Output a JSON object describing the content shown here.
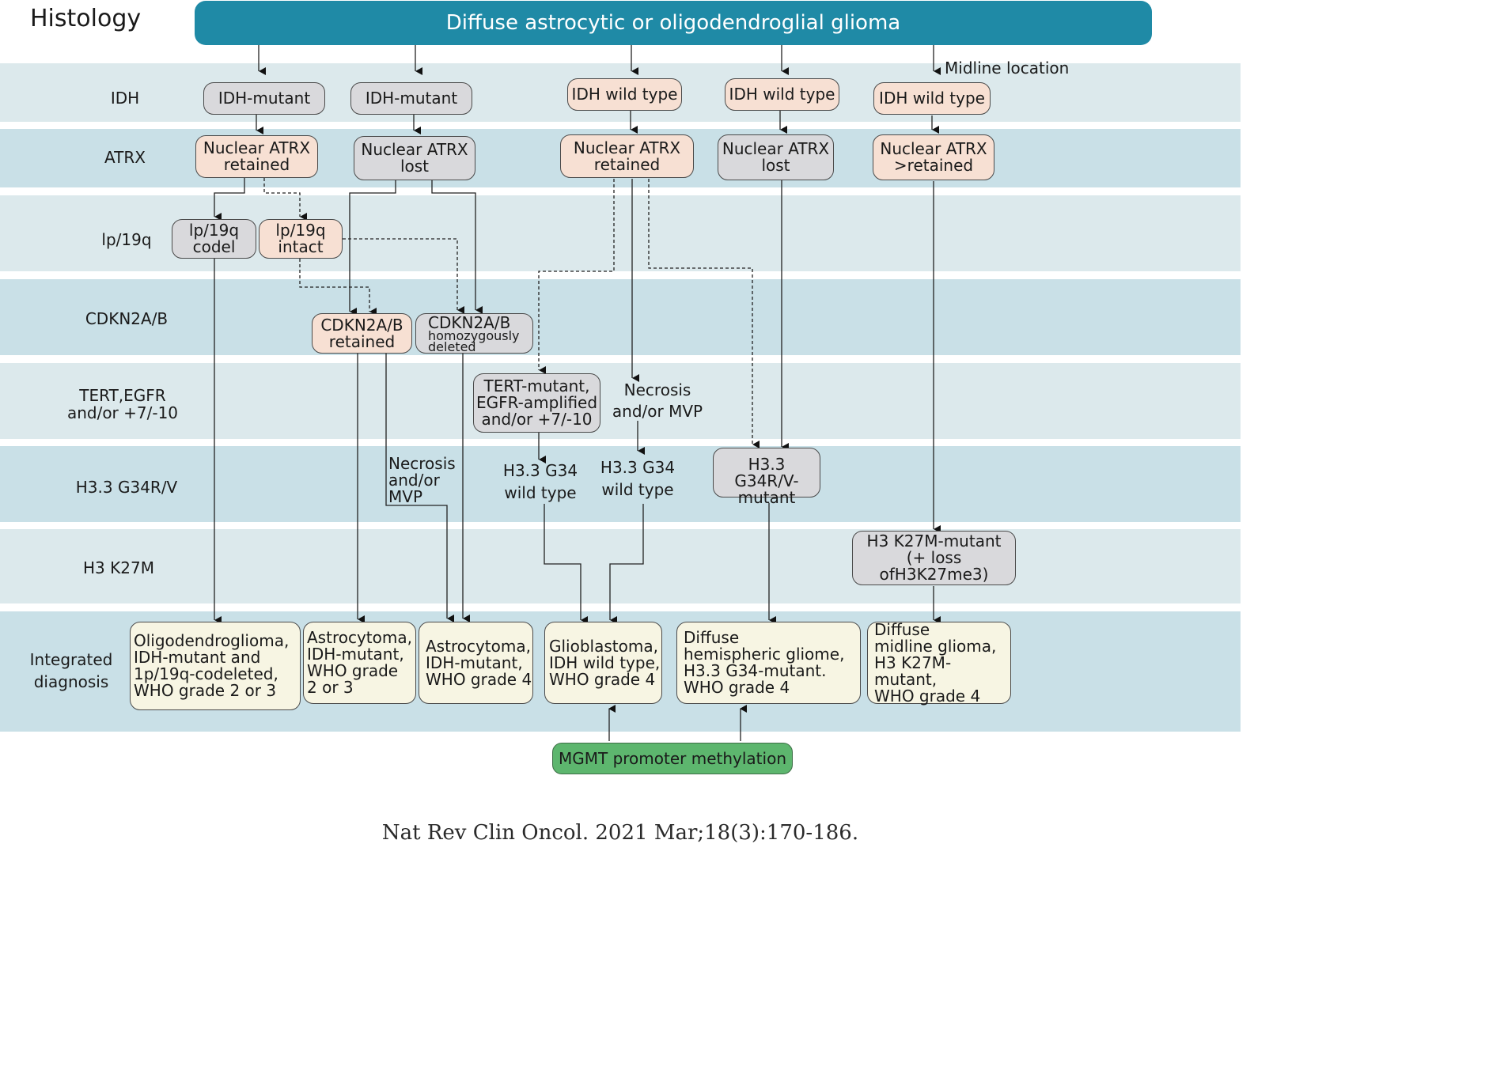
{
  "histology_label": "Histology",
  "header": "Diffuse astrocytic or oligodendroglial glioma",
  "midline_label": "Midline location",
  "rows": [
    "IDH",
    "ATRX",
    "lp/19q",
    "CDKN2A/B",
    "TERT,EGFR\nand/or +7/-10",
    "H3.3 G34R/V",
    "H3 K27M",
    "Integrated\ndiagnosis"
  ],
  "idh": [
    "IDH-mutant",
    "IDH-mutant",
    "IDH wild type",
    "IDH wild type",
    "IDH wild type"
  ],
  "atrx": [
    "Nuclear ATRX\nretained",
    "Nuclear ATRX\nlost",
    "Nuclear ATRX\nretained",
    "Nuclear ATRX\nlost",
    "Nuclear ATRX\n>retained"
  ],
  "codel": [
    "lp/19q\ncodel",
    "lp/19q\nintact"
  ],
  "cdkn": {
    "retained": "CDKN2A/B\nretained",
    "deleted_title": "CDKN2A/B",
    "deleted_sub": "homozygously\ndeleted"
  },
  "tert": "TERT-mutant,\nEGFR-amplified\nand/or +7/-10",
  "necrosis_mid": "Necrosis\nand/or MVP",
  "necrosis_left": "Necrosis\nand/or\nMVP",
  "h33_wt": [
    "H3.3 G34\nwild type",
    "H3.3 G34\nwild type"
  ],
  "h33_mut": "H3.3 G34R/V-\nmutant",
  "k27m": "H3 K27M-mutant\n(+ loss ofH3K27me3)",
  "diagnoses": [
    "Oligodendroglioma,\nIDH-mutant and\n1p/19q-codeleted,\nWHO grade 2 or 3",
    "Astrocytoma,\nIDH-mutant,\nWHO grade\n2 or 3",
    "Astrocytoma,\nIDH-mutant,\nWHO grade 4",
    "Glioblastoma,\nIDH wild type,\nWHO grade 4",
    "Diffuse\nhemispheric  gliome,\nH3.3 G34-mutant.\nWHO grade 4",
    "Diffuse\nmidline glioma,\nH3 K27M-mutant,\nWHO grade 4"
  ],
  "mgmt": "MGMT promoter methylation",
  "citation": "Nat Rev Clin Oncol. 2021 Mar;18(3):170-186.",
  "colors": {
    "header": "#1f8aa6",
    "band_light": "#dce9ec",
    "band_dark": "#c9e0e7",
    "grey_node": "#d9d9dc",
    "peach_node": "#f7e0d3",
    "cream_node": "#f7f5e3",
    "mgmt": "#5db66e"
  }
}
